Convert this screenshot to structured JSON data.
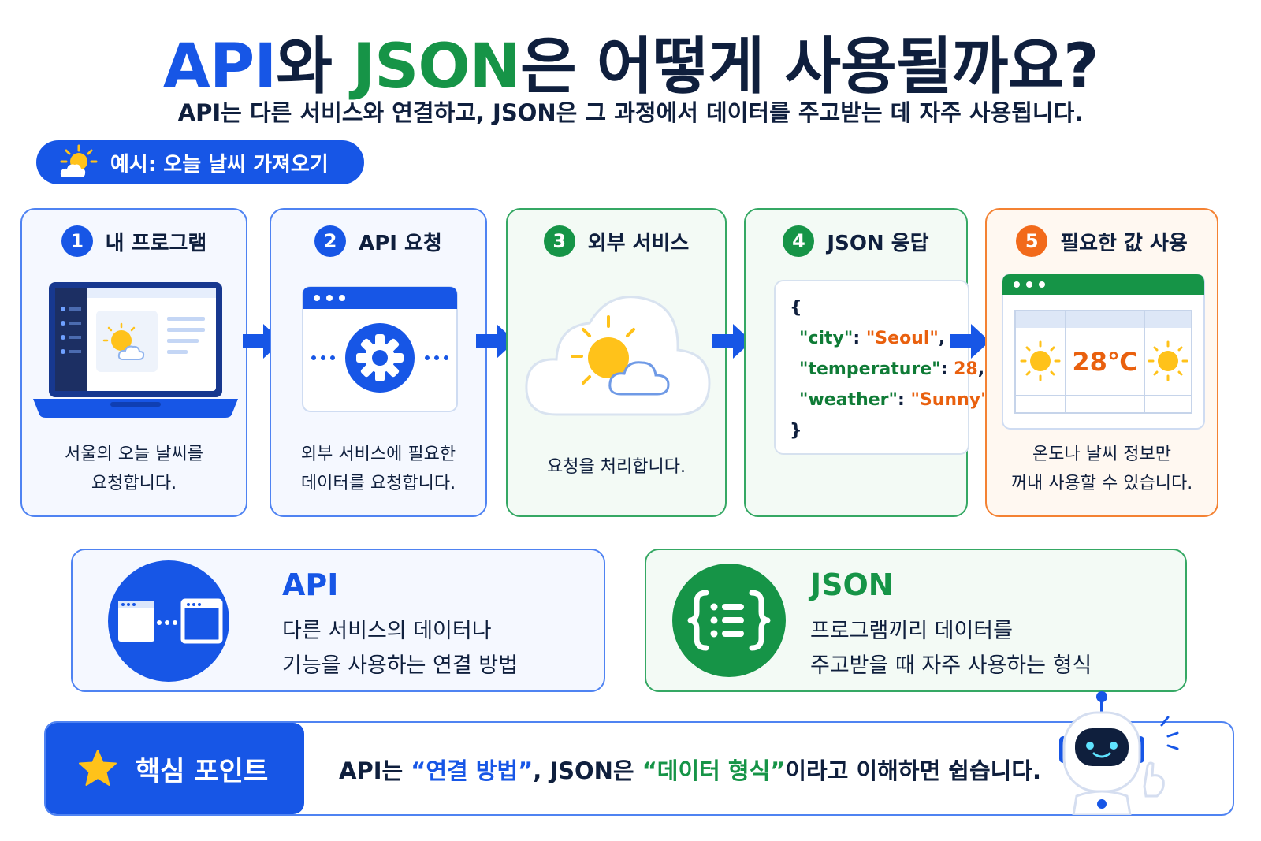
{
  "header": {
    "title_api": "API",
    "title_wa": "와 ",
    "title_json": "JSON",
    "title_rest": "은 어떻게 사용될까요?",
    "subtitle": "API는 다른 서비스와 연결하고, JSON은 그 과정에서 데이터를 주고받는 데 자주 사용됩니다."
  },
  "example": {
    "label": "예시: 오늘 날씨 가져오기"
  },
  "steps": [
    {
      "num": "1",
      "title": "내 프로그램",
      "desc": [
        "서울의 오늘 날씨를",
        "요청합니다."
      ]
    },
    {
      "num": "2",
      "title": "API 요청",
      "desc": [
        "외부 서비스에 필요한",
        "데이터를 요청합니다."
      ]
    },
    {
      "num": "3",
      "title": "외부 서비스",
      "desc": [
        "요청을 처리합니다."
      ]
    },
    {
      "num": "4",
      "title": "JSON 응답",
      "desc": []
    },
    {
      "num": "5",
      "title": "필요한 값 사용",
      "desc": [
        "온도나 날씨 정보만",
        "꺼내 사용할 수 있습니다."
      ]
    }
  ],
  "json_response": {
    "open": "{",
    "close": "}",
    "lines": [
      {
        "key": "\"city\"",
        "sep": ":  ",
        "value": "\"Seoul\"",
        "end": ","
      },
      {
        "key": "\"temperature\"",
        "sep": ": ",
        "value": "28",
        "end": ","
      },
      {
        "key": "\"weather\"",
        "sep": ": ",
        "value": "\"Sunny\"",
        "end": ""
      }
    ]
  },
  "temperature_display": "28℃",
  "definitions": {
    "api": {
      "title": "API",
      "line1": "다른 서비스의 데이터나",
      "line2": "기능을 사용하는 연결 방법"
    },
    "json": {
      "title": "JSON",
      "line1": "프로그램끼리 데이터를",
      "line2": "주고받을 때 자주 사용하는 형식"
    }
  },
  "key_point": {
    "label": "핵심 포인트",
    "part1": "API는 ",
    "highlight1": "“연결 방법”",
    "part2": ", JSON은 ",
    "highlight2": "“데이터 형식”",
    "part3": "이라고 이해하면 쉽습니다."
  },
  "colors": {
    "blue": "#1756e6",
    "green": "#169447",
    "orange": "#f26a1b",
    "navy": "#0f1f3d"
  }
}
